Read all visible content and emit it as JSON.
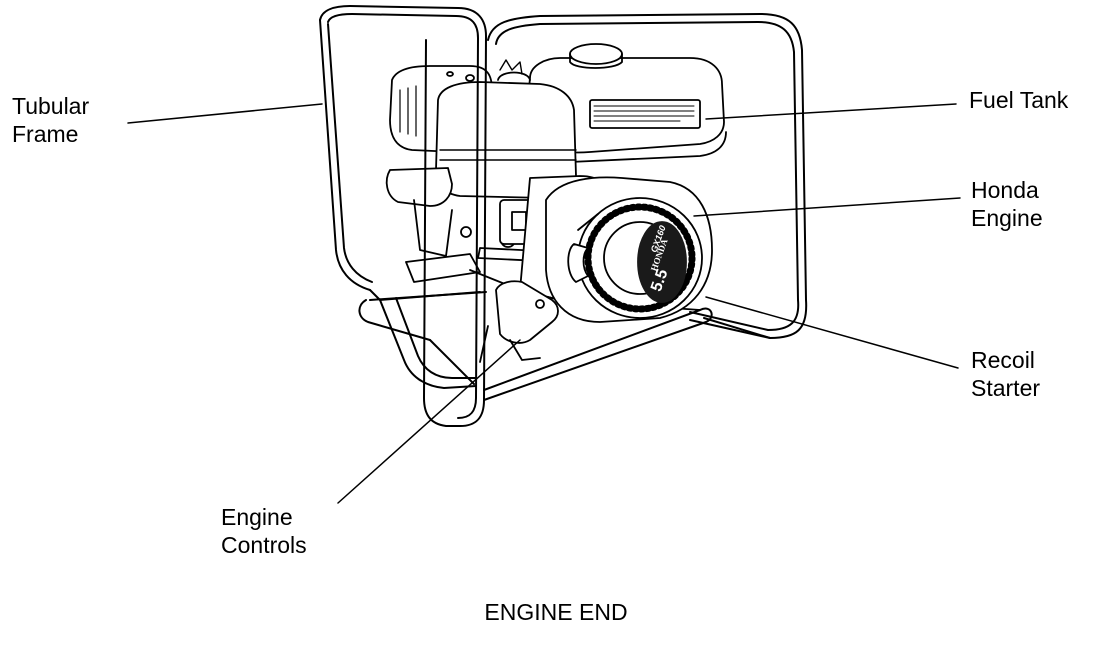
{
  "labels": {
    "tubular_frame": [
      "Tubular",
      "Frame"
    ],
    "fuel_tank": [
      "Fuel Tank"
    ],
    "honda_engine": [
      "Honda",
      "Engine"
    ],
    "recoil_starter": [
      "Recoil",
      "Starter"
    ],
    "engine_controls": [
      "Engine",
      "Controls"
    ]
  },
  "engine_badge": {
    "model": "GX160",
    "brand": "HONDA",
    "power": "5.5"
  },
  "caption": "ENGINE END",
  "colors": {
    "line": "#000000",
    "background": "#ffffff",
    "badge_fill": "#1a1a1a"
  }
}
